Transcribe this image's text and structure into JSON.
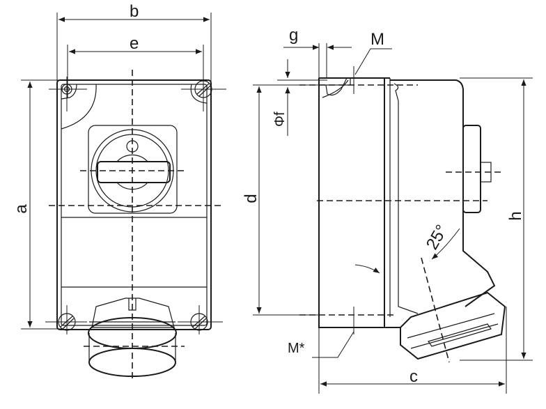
{
  "drawing": {
    "front_view": {
      "dim_b": "b",
      "dim_e": "e",
      "dim_a": "a"
    },
    "side_view": {
      "dim_g": "g",
      "dim_M": "M",
      "dim_f": "Φf",
      "dim_d": "d",
      "dim_h": "h",
      "dim_c": "c",
      "dim_M_star": "M*",
      "angle": "25°"
    }
  }
}
